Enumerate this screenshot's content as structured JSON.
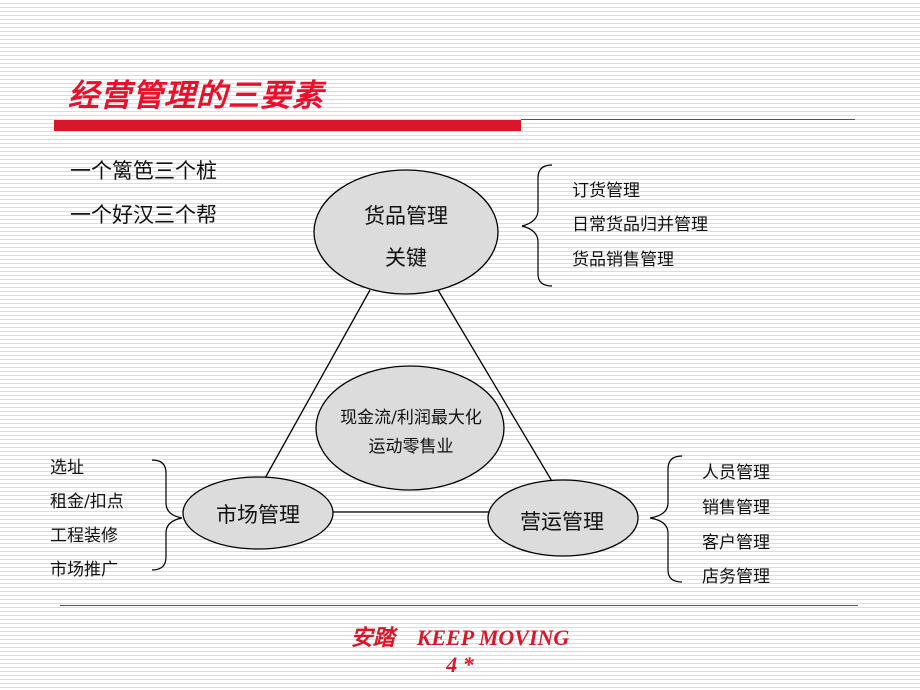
{
  "title": "经营管理的三要素",
  "proverbs": [
    "一个篱笆三个桩",
    "一个好汉三个帮"
  ],
  "nodes": {
    "goods": {
      "line1": "货品管理",
      "line2": "关键"
    },
    "center": {
      "line1": "现金流/利润最大化",
      "line2": "运动零售业"
    },
    "market": {
      "label": "市场管理"
    },
    "operation": {
      "label": "营运管理"
    }
  },
  "goods_items": [
    "订货管理",
    "日常货品归并管理",
    "货品销售管理"
  ],
  "market_items": [
    "选址",
    "租金/扣点",
    "工程装修",
    "市场推广"
  ],
  "operation_items": [
    "人员管理",
    "销售管理",
    "客户管理",
    "店务管理"
  ],
  "footer": {
    "brand": "安踏    KEEP MOVING",
    "page": "4 *"
  },
  "colors": {
    "accent": "#d8182a",
    "ellipse_fill": "#dcdcdc",
    "stroke": "#000000"
  }
}
